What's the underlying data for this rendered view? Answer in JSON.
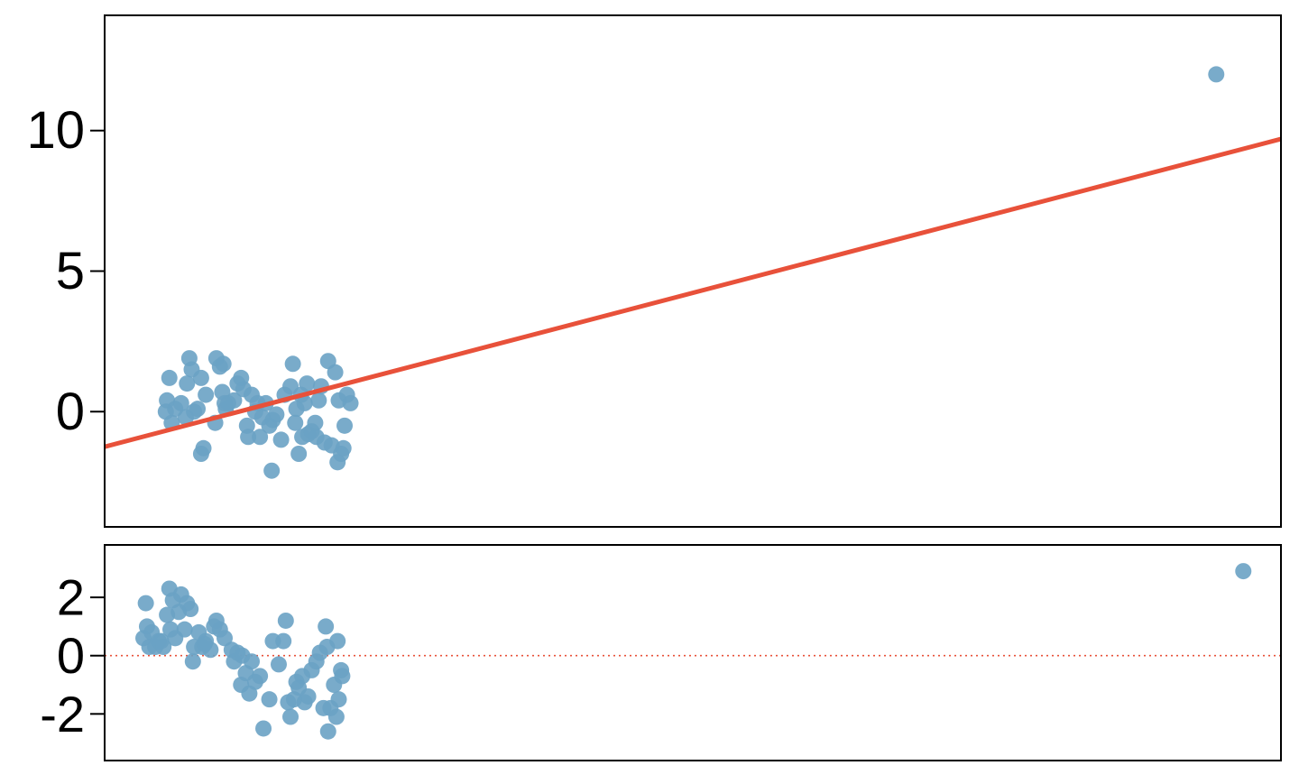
{
  "colors": {
    "points": "#6aa2c4",
    "fit_line": "#e8513a",
    "zero_line": "#e8513a",
    "frame": "#000000",
    "background": "#ffffff"
  },
  "chart_data": [
    {
      "type": "scatter",
      "name": "top-panel",
      "title": "",
      "xlabel": "",
      "ylabel": "",
      "xlim": [
        0,
        100
      ],
      "ylim": [
        -4.1,
        14.1
      ],
      "yticks": [
        0,
        5,
        10
      ],
      "ytick_labels": [
        "0",
        "5",
        "10"
      ],
      "grid": false,
      "fit_line": {
        "intercept": -1.25,
        "slope": 0.1095
      },
      "points": {
        "x": [
          5.5,
          5.3,
          5.7,
          5.2,
          6.0,
          6.5,
          6.9,
          7.2,
          7.0,
          7.4,
          7.6,
          7.9,
          8.2,
          8.4,
          8.2,
          8.6,
          9.5,
          9.8,
          9.4,
          10.0,
          10.1,
          10.3,
          10.5,
          10.2,
          11.0,
          11.3,
          11.6,
          11.8,
          12.2,
          12.5,
          12.1,
          12.8,
          13.0,
          13.4,
          13.2,
          13.7,
          14.0,
          14.3,
          14.6,
          14.2,
          15.0,
          15.3,
          15.8,
          16.0,
          16.3,
          16.5,
          16.2,
          16.8,
          17.0,
          16.7,
          17.3,
          17.6,
          17.2,
          17.9,
          18.2,
          18.4,
          18.0,
          18.7,
          19.0,
          19.3,
          19.6,
          19.9,
          20.1,
          19.8,
          20.4,
          20.6,
          20.3,
          20.9,
          94.5
        ],
        "y": [
          1.2,
          0.4,
          -0.4,
          0.0,
          0.1,
          0.3,
          -0.2,
          1.9,
          1.0,
          1.5,
          0.0,
          0.1,
          1.2,
          -1.3,
          -1.5,
          0.6,
          1.9,
          1.6,
          -0.4,
          0.7,
          1.7,
          0.1,
          0.3,
          0.3,
          0.4,
          1.0,
          1.2,
          0.8,
          -0.9,
          0.6,
          -0.5,
          0.0,
          0.3,
          -0.2,
          -0.9,
          0.3,
          -0.5,
          -0.3,
          -0.1,
          -2.1,
          -1.0,
          0.6,
          0.9,
          1.7,
          0.1,
          -1.5,
          -0.4,
          -0.9,
          0.3,
          0.6,
          -0.8,
          -0.7,
          1.0,
          -0.4,
          0.4,
          0.9,
          -0.9,
          -1.1,
          1.8,
          -1.2,
          1.4,
          0.4,
          -1.5,
          -1.8,
          -0.5,
          0.6,
          -1.3,
          0.3,
          12.0
        ]
      }
    },
    {
      "type": "scatter",
      "name": "residual-panel",
      "title": "",
      "xlabel": "",
      "ylabel": "",
      "xlim": [
        0,
        100
      ],
      "ylim": [
        -3.6,
        3.8
      ],
      "yticks": [
        -2,
        0,
        2
      ],
      "ytick_labels": [
        "-2",
        "0",
        "2"
      ],
      "grid": false,
      "reference_line_y": 0,
      "points": {
        "x": [
          3.5,
          3.6,
          3.8,
          3.3,
          4.0,
          4.3,
          4.6,
          4.8,
          5.0,
          5.5,
          5.8,
          6.0,
          6.3,
          5.6,
          5.3,
          6.5,
          7.0,
          7.3,
          6.8,
          7.5,
          7.6,
          8.0,
          8.3,
          8.5,
          8.6,
          9.0,
          9.5,
          9.8,
          9.3,
          10.2,
          10.8,
          11.0,
          11.3,
          11.6,
          12.0,
          12.3,
          12.5,
          11.7,
          12.8,
          13.2,
          13.5,
          14.0,
          14.3,
          14.8,
          15.2,
          15.6,
          15.4,
          15.8,
          16.1,
          16.5,
          16.8,
          17.0,
          16.3,
          17.3,
          17.6,
          18.0,
          18.3,
          18.6,
          18.9,
          19.2,
          19.5,
          19.8,
          20.1,
          18.8,
          19.0,
          19.7,
          20.2,
          19.9,
          96.8
        ],
        "y": [
          1.8,
          1.0,
          0.3,
          0.6,
          0.8,
          0.3,
          0.5,
          0.5,
          0.3,
          2.3,
          1.9,
          0.6,
          1.5,
          0.9,
          1.4,
          2.1,
          1.8,
          1.6,
          0.9,
          -0.2,
          0.3,
          0.8,
          0.3,
          0.4,
          0.5,
          0.2,
          1.2,
          0.9,
          1.0,
          0.6,
          0.2,
          -0.2,
          0.1,
          -1.0,
          -0.6,
          -1.3,
          -0.2,
          0.0,
          -0.9,
          -0.7,
          -2.5,
          -1.5,
          0.5,
          -0.3,
          0.5,
          -1.6,
          1.2,
          -2.1,
          -1.5,
          -1.1,
          -0.7,
          -1.6,
          -0.9,
          -1.4,
          -0.5,
          -0.2,
          0.1,
          -1.8,
          0.3,
          -1.8,
          -1.0,
          0.5,
          -0.5,
          1.0,
          -2.6,
          -2.1,
          -0.7,
          -1.5,
          2.9
        ]
      }
    }
  ]
}
